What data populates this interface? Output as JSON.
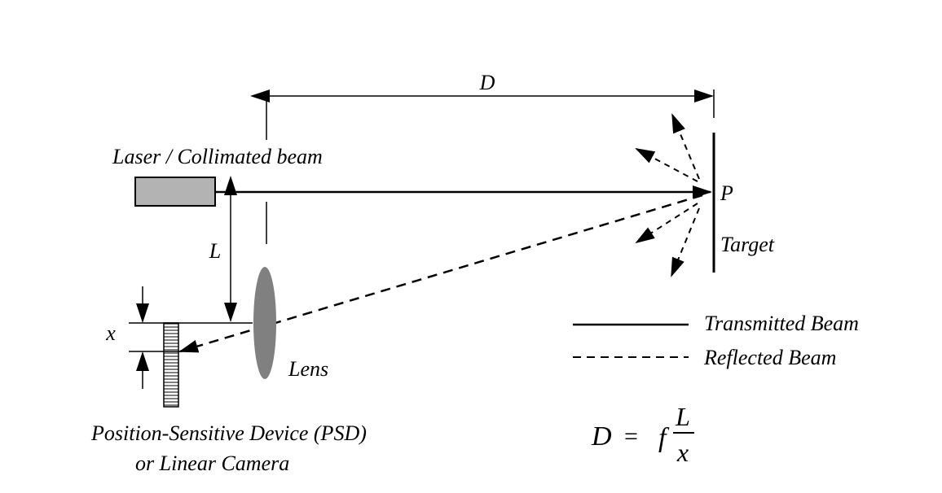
{
  "labels": {
    "distance": "D",
    "source": "Laser / Collimated beam",
    "point": "P",
    "target": "Target",
    "baseline": "L",
    "offset": "x",
    "lens": "Lens",
    "detector_line1": "Position-Sensitive Device (PSD)",
    "detector_line2": "or Linear Camera"
  },
  "legend": {
    "transmitted": "Transmitted Beam",
    "reflected": "Reflected Beam"
  },
  "formula": {
    "lhs": "D",
    "equals": "=",
    "factor": "f",
    "numerator": "L",
    "denominator": "x"
  },
  "colors": {
    "laser_fill": "#b3b3b3",
    "lens_fill": "#808080",
    "ink": "#000000"
  }
}
